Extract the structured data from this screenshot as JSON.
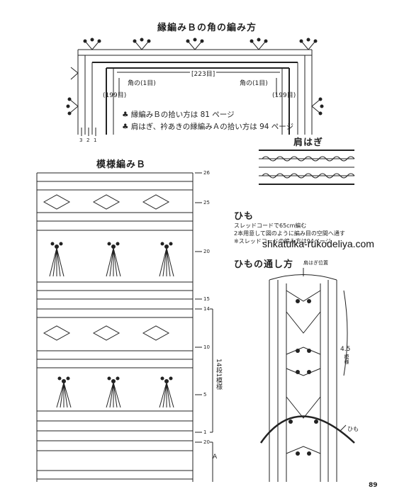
{
  "corner": {
    "title": "縁編みＢの角の編み方",
    "count_top": "[223目]",
    "count_left": "(199目)",
    "count_right": "(199目)",
    "corner_left": "角の(1目)",
    "corner_right": "角の(1目)",
    "row_numbers": [
      "3",
      "2",
      "1"
    ]
  },
  "notes": [
    {
      "mark": "♣",
      "text": "縁編みＢの拾い方は 81 ページ"
    },
    {
      "mark": "♣",
      "text": "肩はぎ、衿あきの縁編みＡの拾い方は 94 ページ"
    }
  ],
  "shoulder": {
    "title": "肩はぎ"
  },
  "pattern": {
    "title": "模様編みＢ",
    "row_labels": [
      "26",
      "25",
      "20",
      "15",
      "14",
      "10",
      "5",
      "1",
      "20"
    ],
    "repeat_label": "14段1模様",
    "section_label": "A"
  },
  "himo": {
    "title": "ひも",
    "lines": [
      "スレッドコードで65cm編む",
      "2本用意して図のように編み目の空間へ通す",
      "※スレッドコードの編み方は94ページ"
    ]
  },
  "threading": {
    "title": "ひもの通し方",
    "shoulder_label": "肩はぎ位置",
    "spacing_label": "4.5",
    "spacing_unit": "模様",
    "cord_label": "ひも"
  },
  "watermark": "shkatulka-rukodeliya.com",
  "page_number": "89"
}
